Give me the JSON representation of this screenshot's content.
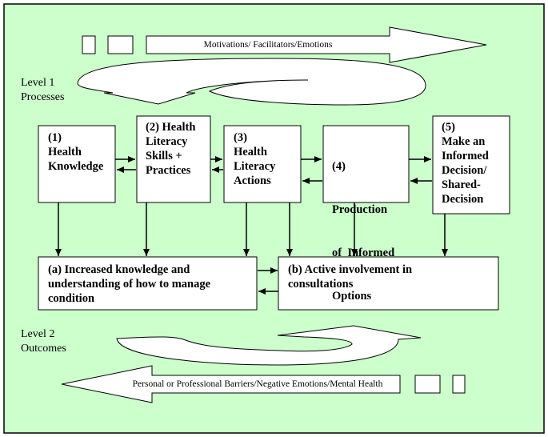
{
  "colors": {
    "background": "#ccffcc",
    "border": "#000000",
    "box_fill": "#ffffff",
    "text": "#000000"
  },
  "level1": {
    "line1": "Level 1",
    "line2": "Processes"
  },
  "level2": {
    "line1": "Level 2",
    "line2": "Outcomes"
  },
  "top_arrow_label": "Motivations/ Facilitators/Emotions",
  "bottom_arrow_label": "Personal or Professional Barriers/Negative Emotions/Mental Health",
  "process_boxes": [
    {
      "lines": [
        "(1)",
        "Health",
        "Knowledge"
      ]
    },
    {
      "lines": [
        "(2) Health",
        "Literacy",
        "Skills +",
        "Practices"
      ]
    },
    {
      "lines": [
        "(3)",
        "Health",
        "Literacy",
        "Actions"
      ]
    },
    {
      "lines": [
        "(4)",
        "Production",
        "of  Informed",
        "Options"
      ]
    },
    {
      "lines": [
        "(5)",
        "Make an",
        "Informed",
        "Decision/",
        "Shared-",
        "Decision"
      ]
    }
  ],
  "outcome_boxes": [
    {
      "lines": [
        "(a) Increased knowledge and",
        "understanding of how to manage",
        "condition"
      ]
    },
    {
      "lines": [
        "(b) Active involvement in",
        "consultations"
      ]
    }
  ]
}
